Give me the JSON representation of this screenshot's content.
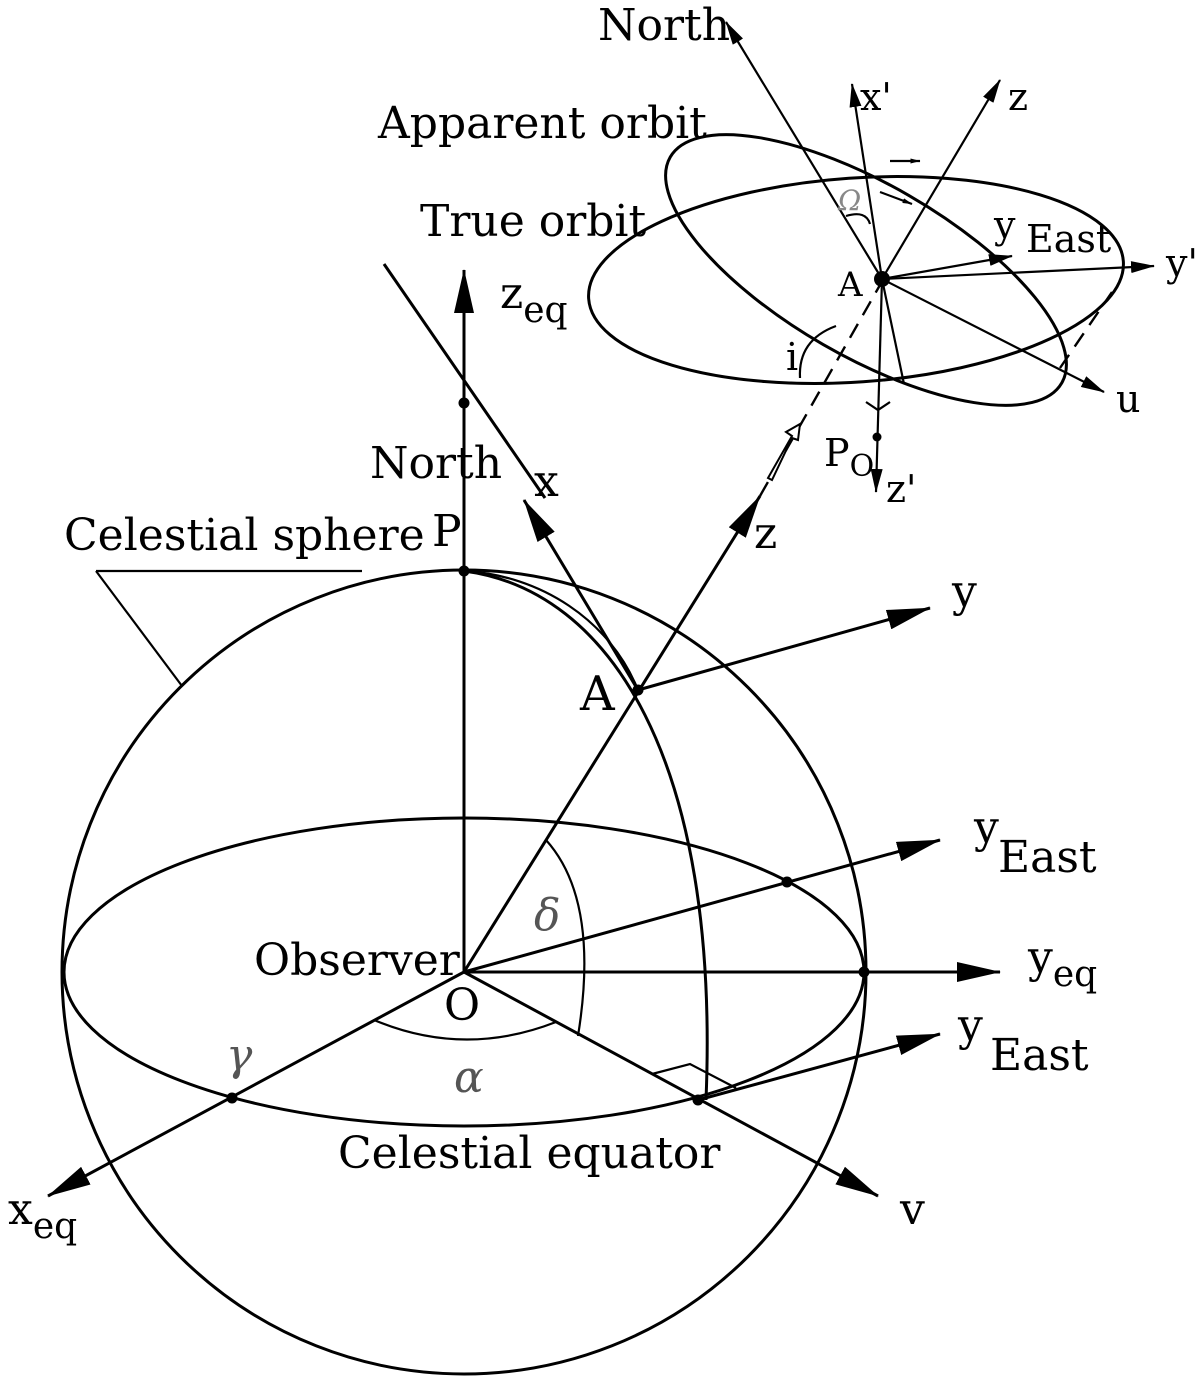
{
  "main": {
    "labels": {
      "celestial_sphere": "Celestial sphere",
      "north_main": "North",
      "P": "P",
      "A": "A",
      "O": "O",
      "observer": "Observer",
      "celestial_equator": "Celestial equator",
      "gamma": "γ",
      "alpha": "α",
      "delta": "δ",
      "x": "x",
      "y": "y",
      "z": "z",
      "z_eq": "z",
      "z_eq_sub": "eq",
      "y_eq": "y",
      "y_eq_sub": "eq",
      "x_eq": "x",
      "x_eq_sub": "eq",
      "y_east_1": "y",
      "y_east_1_sub": "East",
      "y_east_2": "y",
      "y_east_2_sub": "East",
      "v": "v"
    }
  },
  "inset": {
    "labels": {
      "north": "North",
      "apparent_orbit": "Apparent orbit",
      "true_orbit": "True orbit",
      "x_prime": "x'",
      "z": "z",
      "omega": "Ω",
      "y": "y",
      "east": "East",
      "y_prime": "y'",
      "A": "A",
      "i": "i",
      "u": "u",
      "P": "P",
      "P_sub": "O",
      "z_prime": "z'"
    }
  }
}
